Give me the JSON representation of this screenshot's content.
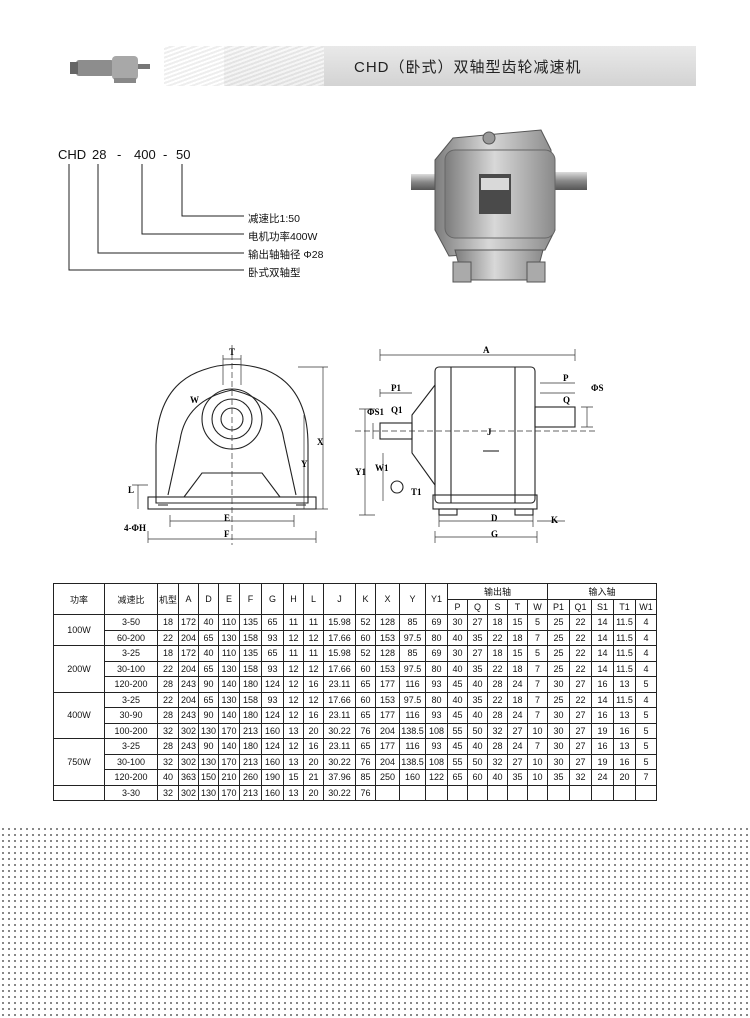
{
  "header": {
    "title": "CHD（卧式）双轴型齿轮减速机"
  },
  "model_code": {
    "parts": [
      "CHD",
      "28",
      "-",
      "400",
      "-",
      "50"
    ]
  },
  "legend": [
    "减速比1:50",
    "电机功率400W",
    "输出轴轴径 Φ28",
    "卧式双轴型"
  ],
  "front_view_labels": [
    "T",
    "W",
    "X",
    "Y",
    "L",
    "4-ΦH",
    "E",
    "F"
  ],
  "side_view_labels": [
    "A",
    "P1",
    "ΦS1",
    "Q1",
    "P",
    "ΦS",
    "Q",
    "J",
    "Y1",
    "W1",
    "T1",
    "D",
    "K",
    "G"
  ],
  "table": {
    "head_row1": [
      "功率",
      "减速比",
      "机型",
      "A",
      "D",
      "E",
      "F",
      "G",
      "H",
      "L",
      "J",
      "K",
      "X",
      "Y",
      "Y1",
      "输出轴",
      "输入轴"
    ],
    "output_shaft_cols": [
      "P",
      "Q",
      "S",
      "T",
      "W"
    ],
    "input_shaft_cols": [
      "P1",
      "Q1",
      "S1",
      "T1",
      "W1"
    ],
    "groups": [
      {
        "power": "100W",
        "rows": [
          [
            "3-50",
            "18",
            "172",
            "40",
            "110",
            "135",
            "65",
            "11",
            "11",
            "15.98",
            "52",
            "128",
            "85",
            "69",
            "30",
            "27",
            "18",
            "15",
            "5",
            "25",
            "22",
            "14",
            "11.5",
            "4"
          ],
          [
            "60-200",
            "22",
            "204",
            "65",
            "130",
            "158",
            "93",
            "12",
            "12",
            "17.66",
            "60",
            "153",
            "97.5",
            "80",
            "40",
            "35",
            "22",
            "18",
            "7",
            "25",
            "22",
            "14",
            "11.5",
            "4"
          ]
        ]
      },
      {
        "power": "200W",
        "rows": [
          [
            "3-25",
            "18",
            "172",
            "40",
            "110",
            "135",
            "65",
            "11",
            "11",
            "15.98",
            "52",
            "128",
            "85",
            "69",
            "30",
            "27",
            "18",
            "15",
            "5",
            "25",
            "22",
            "14",
            "11.5",
            "4"
          ],
          [
            "30-100",
            "22",
            "204",
            "65",
            "130",
            "158",
            "93",
            "12",
            "12",
            "17.66",
            "60",
            "153",
            "97.5",
            "80",
            "40",
            "35",
            "22",
            "18",
            "7",
            "25",
            "22",
            "14",
            "11.5",
            "4"
          ],
          [
            "120-200",
            "28",
            "243",
            "90",
            "140",
            "180",
            "124",
            "12",
            "16",
            "23.11",
            "65",
            "177",
            "116",
            "93",
            "45",
            "40",
            "28",
            "24",
            "7",
            "30",
            "27",
            "16",
            "13",
            "5"
          ]
        ]
      },
      {
        "power": "400W",
        "rows": [
          [
            "3-25",
            "22",
            "204",
            "65",
            "130",
            "158",
            "93",
            "12",
            "12",
            "17.66",
            "60",
            "153",
            "97.5",
            "80",
            "40",
            "35",
            "22",
            "18",
            "7",
            "25",
            "22",
            "14",
            "11.5",
            "4"
          ],
          [
            "30-90",
            "28",
            "243",
            "90",
            "140",
            "180",
            "124",
            "12",
            "16",
            "23.11",
            "65",
            "177",
            "116",
            "93",
            "45",
            "40",
            "28",
            "24",
            "7",
            "30",
            "27",
            "16",
            "13",
            "5"
          ],
          [
            "100-200",
            "32",
            "302",
            "130",
            "170",
            "213",
            "160",
            "13",
            "20",
            "30.22",
            "76",
            "204",
            "138.5",
            "108",
            "55",
            "50",
            "32",
            "27",
            "10",
            "30",
            "27",
            "19",
            "16",
            "5"
          ]
        ]
      },
      {
        "power": "750W",
        "rows": [
          [
            "3-25",
            "28",
            "243",
            "90",
            "140",
            "180",
            "124",
            "12",
            "16",
            "23.11",
            "65",
            "177",
            "116",
            "93",
            "45",
            "40",
            "28",
            "24",
            "7",
            "30",
            "27",
            "16",
            "13",
            "5"
          ],
          [
            "30-100",
            "32",
            "302",
            "130",
            "170",
            "213",
            "160",
            "13",
            "20",
            "30.22",
            "76",
            "204",
            "138.5",
            "108",
            "55",
            "50",
            "32",
            "27",
            "10",
            "30",
            "27",
            "19",
            "16",
            "5"
          ],
          [
            "120-200",
            "40",
            "363",
            "150",
            "210",
            "260",
            "190",
            "15",
            "21",
            "37.96",
            "85",
            "250",
            "160",
            "122",
            "65",
            "60",
            "40",
            "35",
            "10",
            "35",
            "32",
            "24",
            "20",
            "7"
          ]
        ]
      },
      {
        "power": "",
        "rows": [
          [
            "3-30",
            "32",
            "302",
            "130",
            "170",
            "213",
            "160",
            "13",
            "20",
            "30.22",
            "76",
            "",
            "",
            "",
            "",
            "",
            "",
            "",
            "",
            "",
            "",
            "",
            "",
            ""
          ]
        ]
      }
    ]
  }
}
